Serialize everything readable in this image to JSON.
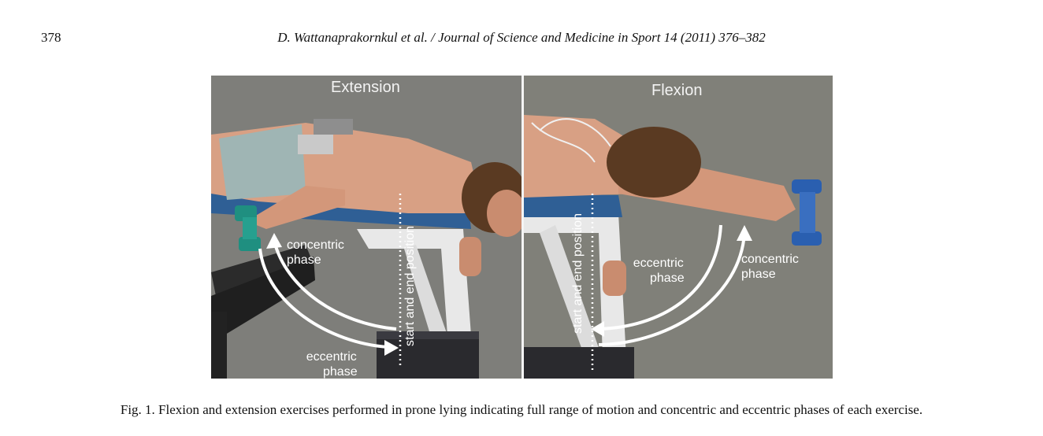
{
  "header": {
    "page_number": "378",
    "running_title": "D. Wattanaprakornkul et al. / Journal of Science and Medicine in Sport 14 (2011) 376–382"
  },
  "figure": {
    "left_panel": {
      "title": "Extension",
      "concentric_label_line1": "concentric",
      "concentric_label_line2": "phase",
      "eccentric_label_line1": "eccentric",
      "eccentric_label_line2": "phase",
      "position_label": "start and end position"
    },
    "right_panel": {
      "title": "Flexion",
      "eccentric_label_line1": "eccentric",
      "eccentric_label_line2": "phase",
      "concentric_label_line1": "concentric",
      "concentric_label_line2": "phase",
      "position_label": "start and end position"
    }
  },
  "caption": "Fig. 1.  Flexion and extension exercises performed in prone lying indicating full range of motion and concentric and eccentric phases of each exercise.",
  "colors": {
    "background_gray": "#7e7e7a",
    "arrow_white": "#ffffff",
    "skin": "#d8a084",
    "dumbbell_left": "#1f8f80",
    "dumbbell_right": "#2a5fb0",
    "bench_pad": "#2f5f95"
  }
}
